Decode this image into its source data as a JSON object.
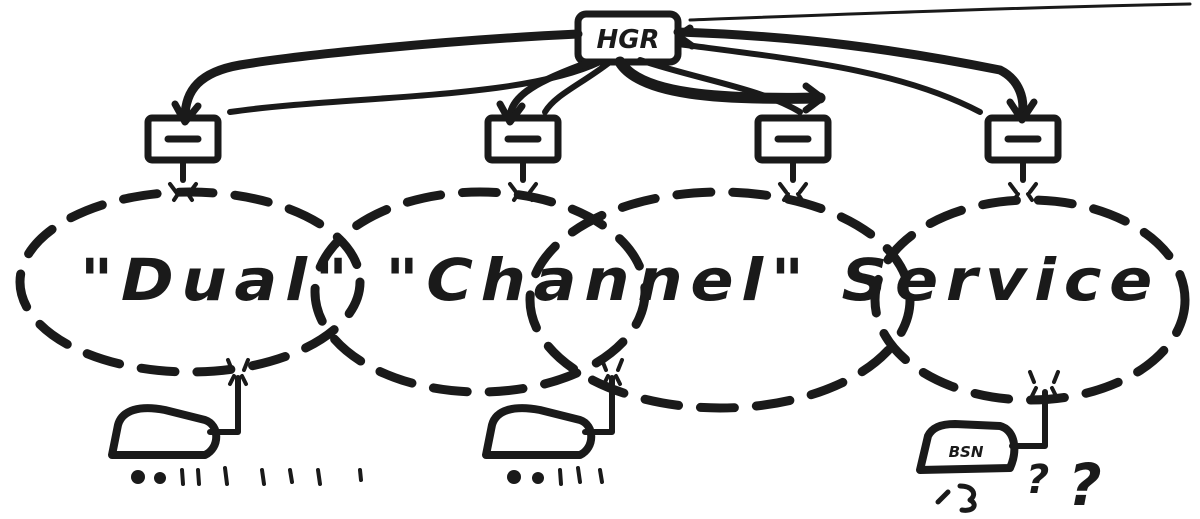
{
  "diagram": {
    "hub_label": "HGR",
    "service_label": "\"Dual\" \"Channel\" Service",
    "terminal_label": "BSN",
    "question_marks": [
      "?",
      "?"
    ],
    "colors": {
      "ink": "#1a1a1a",
      "paper": "#ffffff"
    }
  }
}
